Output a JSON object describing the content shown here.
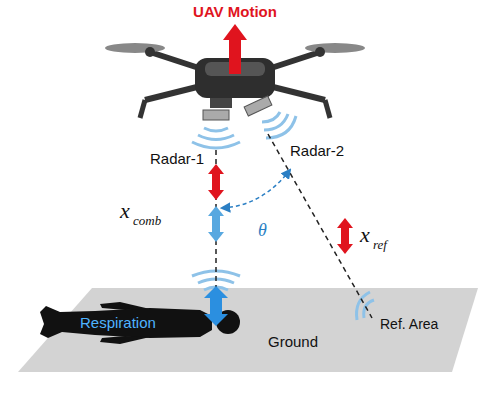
{
  "diagram": {
    "labels": [
      "UAV Motion",
      "Radar-1",
      "Radar-2",
      "x",
      "comb",
      "θ",
      "x",
      "ref",
      "Respiration",
      "Ground",
      "Ref. Area"
    ]
  }
}
